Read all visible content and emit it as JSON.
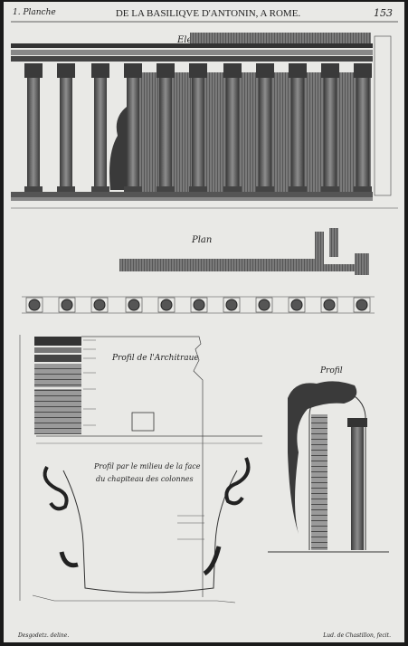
{
  "header": {
    "plate_number": "1. Planche",
    "title": "DE LA BASILIQVE D'ANTONIN, A ROME.",
    "page_number": "153"
  },
  "sections": {
    "elevation_label": "Elevation",
    "plan_label": "Plan",
    "architrave_profile_label": "Profil de l'Architraue",
    "profile_label": "Profil",
    "capital_caption_line1": "Profil par le milieu de la face",
    "capital_caption_line2": "du chapiteau des colonnes"
  },
  "footer": {
    "engraver_left": "Desgodetz. deline.",
    "engraver_right": "Lud. de Chastillon, fecit."
  },
  "colors": {
    "paper": "#e9e9e6",
    "ink": "#2b2b2b",
    "shade": "#555555",
    "frame": "#1a1a1a"
  }
}
